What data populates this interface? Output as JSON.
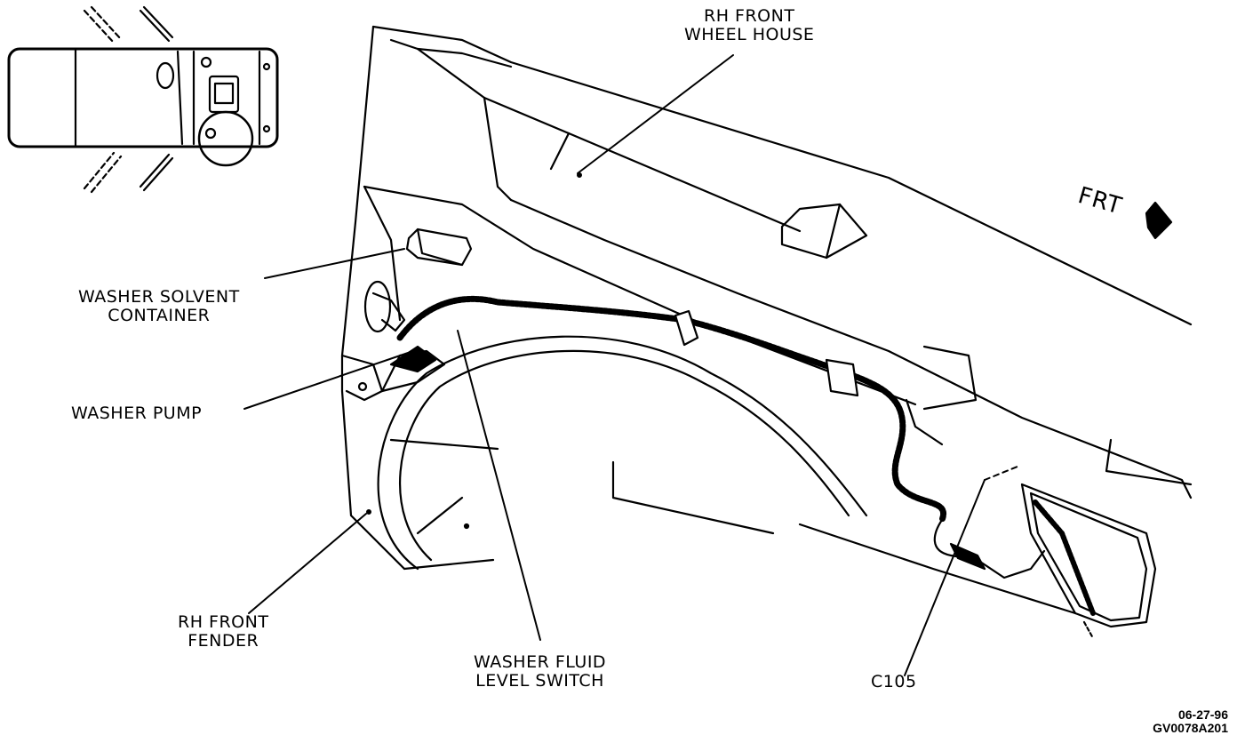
{
  "labels": {
    "wheel_house": [
      "RH FRONT",
      "WHEEL HOUSE"
    ],
    "solvent": [
      "WASHER SOLVENT",
      "CONTAINER"
    ],
    "pump": [
      "WASHER PUMP"
    ],
    "fender": [
      "RH FRONT",
      "FENDER"
    ],
    "switch": [
      "WASHER FLUID",
      "LEVEL SWITCH"
    ],
    "connector": [
      "C105"
    ]
  },
  "direction": {
    "text": "FRT",
    "icon": "arrow-right-icon"
  },
  "figure_code": [
    "06-27-96",
    "GV0078A201"
  ]
}
